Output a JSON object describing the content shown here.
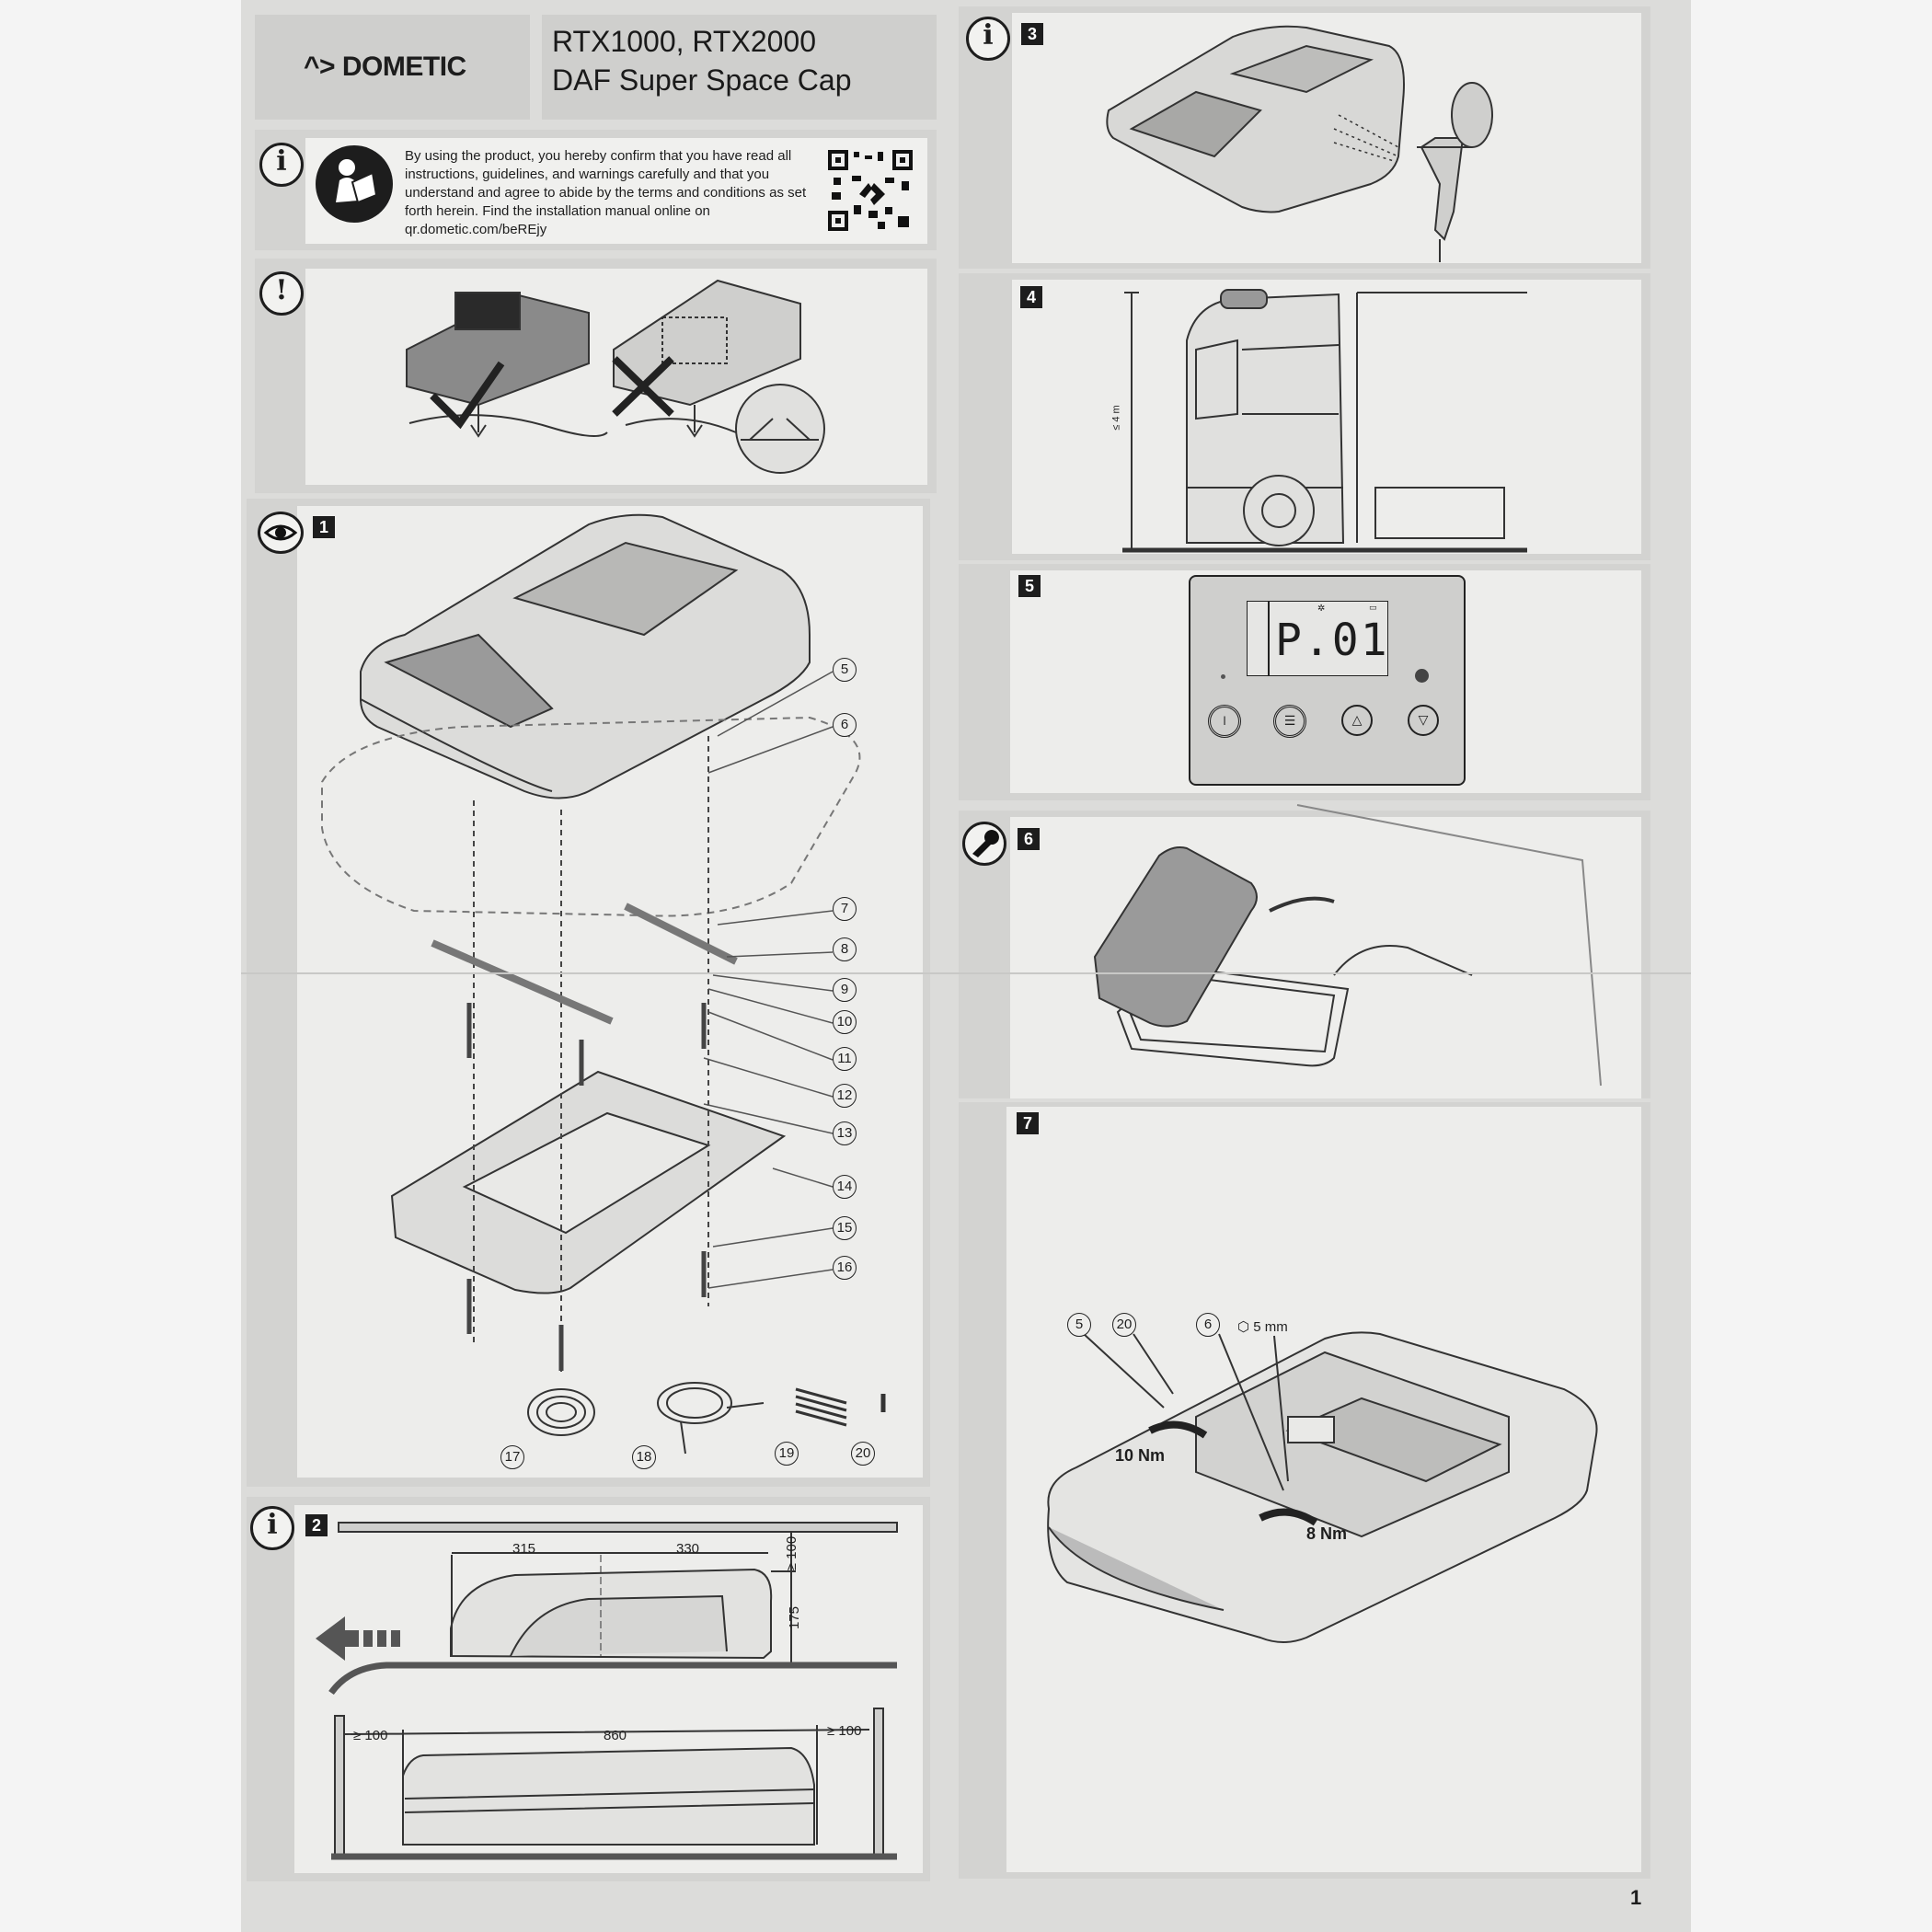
{
  "header": {
    "brand": "DOMETIC",
    "title_line1": "RTX1000, RTX2000",
    "title_line2": "DAF Super Space Cap"
  },
  "notice": {
    "text": "By using the product, you hereby confirm that you have read all instructions, guidelines, and warnings carefully and that you understand and agree to abide by the terms and conditions as set forth herein. Find the installation manual online on qr.dometic.com/beREjy"
  },
  "icons": {
    "info": "i",
    "warning": "!"
  },
  "steps": [
    "1",
    "2",
    "3",
    "4",
    "5",
    "6",
    "7"
  ],
  "step1": {
    "callouts": [
      "5",
      "6",
      "7",
      "8",
      "9",
      "10",
      "11",
      "12",
      "13",
      "14",
      "15",
      "16",
      "17",
      "18",
      "19",
      "20"
    ]
  },
  "step2": {
    "dim_front": "315",
    "dim_rear": "330",
    "dim_clearance_top": "≥ 100",
    "dim_height": "175",
    "dim_side_left": "≥ 100",
    "dim_width": "860",
    "dim_side_right": "≥ 100"
  },
  "step4": {
    "max_height": "≤ 4 m"
  },
  "step5": {
    "display": "P.01"
  },
  "step7": {
    "callouts": [
      "5",
      "20",
      "6"
    ],
    "hex_size": "5 mm",
    "torque_1": "10 Nm",
    "torque_2": "8 Nm"
  },
  "page_number": "1"
}
